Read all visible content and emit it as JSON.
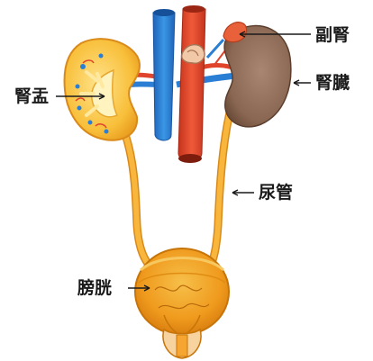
{
  "labels": {
    "adrenal_gland": "副腎",
    "kidney": "腎臓",
    "renal_pelvis": "腎盂",
    "ureter": "尿管",
    "bladder": "膀胱"
  },
  "colors": {
    "vein": "#2a7fd4",
    "artery": "#e0452b",
    "kidney_left": "#f7b32b",
    "kidney_right": "#8d6b57",
    "ureter": "#f5a530",
    "bladder": "#f39c12",
    "adrenal": "#e8613a"
  }
}
